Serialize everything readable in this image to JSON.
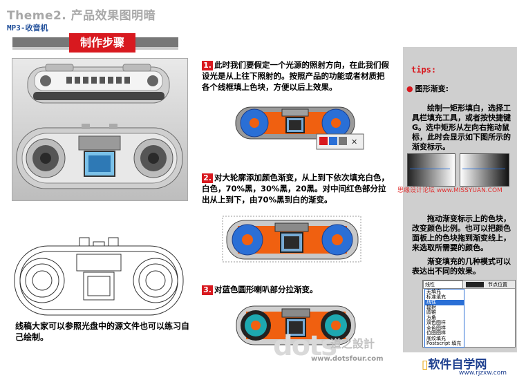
{
  "header": {
    "theme_title": "Theme2. 产品效果图明暗",
    "subtitle": "MP3-收音机",
    "banner": "制作步骤"
  },
  "left": {
    "caption": "线稿大家可以参照光盘中的源文件也可以练习自己绘制。"
  },
  "steps": [
    {
      "num": "1.",
      "text": "此时我们要假定一个光源的照射方向，在此我们假设光是从上往下照射的。按照产品的功能或者材质把各个线框填上色块，方便以后上效果。"
    },
    {
      "num": "2.",
      "text": "对大轮廓添加颜色渐变，从上到下依次填充白色，白色，70%黑，30%黑，20黑。对中间红色部分拉出从上到下，由70%黑到白的渐变。"
    },
    {
      "num": "3.",
      "text": "对蓝色圆形喇叭部分拉渐变。"
    }
  ],
  "tips": {
    "title": "tips:",
    "bullet": "图形渐变:",
    "para1": "绘制一矩形填白，选择工具栏填充工具，或者按快捷键G。选中矩形从左向右拖动鼠标，此时会显示如下图所示的渐变标示。",
    "para2": "拖动渐变标示上的色块，改变颜色比例。也可以把颜色面板上的色块拖到渐变线上，来选取所需要的颜色。",
    "para3": "渐变填充的几种模式可以表达出不同的效果。"
  },
  "dropdown": {
    "selected": "线性",
    "field_label": "节点位置",
    "options": [
      "无填充",
      "标准填充",
      "线性",
      "辐射",
      "圆锥",
      "方角",
      "双色图样",
      "全色图样",
      "位图图样",
      "底纹填充",
      "Postscript 填充"
    ]
  },
  "watermarks": {
    "missyuan": "思缘设计论坛 www.MISSYUAN.COM",
    "dots_logo": "dots",
    "dots_cn": "道之設計",
    "dots_url": "www.dotsfour.com",
    "rj_name": "软件自学网",
    "rj_url": "www.rjzxw.com"
  },
  "colors": {
    "accent_red": "#d8191f",
    "speaker_blue": "#2a6fd6",
    "body_orange": "#f06010",
    "body_grey": "#9a9a9a"
  }
}
